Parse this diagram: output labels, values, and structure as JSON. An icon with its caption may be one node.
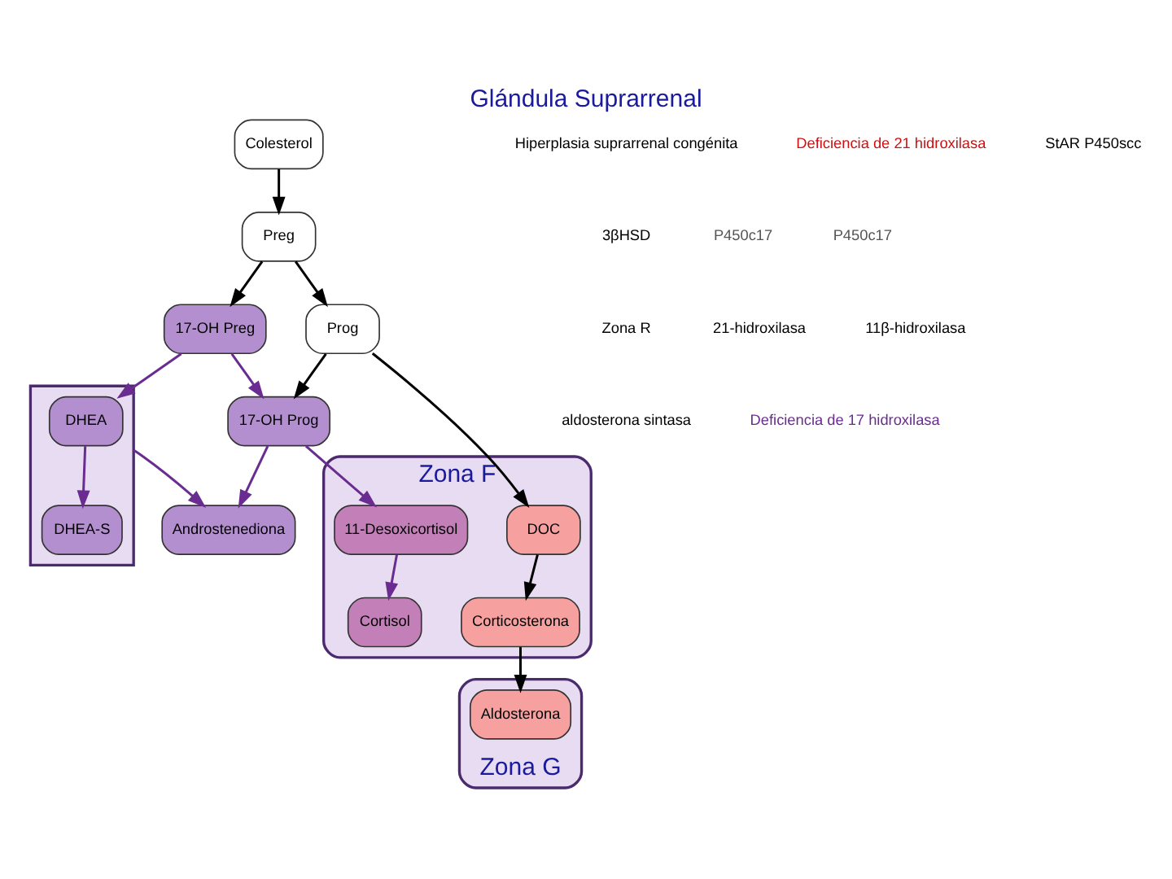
{
  "diagram": {
    "title": "Glándula Suprarrenal",
    "nodes": [
      {
        "text": [
          "Colesterol"
        ]
      },
      {
        "text": [
          "Preg"
        ]
      },
      {
        "text": [
          "Prog"
        ]
      },
      {
        "text": [
          "17-OH Preg"
        ]
      },
      {
        "text": [
          "17-OH Prog"
        ]
      },
      {
        "text": [],
        "shape": "box"
      },
      {
        "text": [
          "DHEA"
        ],
        "in": 5
      },
      {
        "text": [
          "DHEA-S"
        ],
        "in": 5
      },
      {
        "text": [
          "Androstenediona"
        ]
      },
      {
        "text": [
          "Zona F"
        ]
      },
      {
        "text": [
          "DOC"
        ],
        "in": 9
      },
      {
        "text": [
          "11-Desoxicortisol"
        ],
        "in": 9
      },
      {
        "text": [
          "Corticosterona"
        ],
        "in": 9
      },
      {
        "text": [
          "Cortisol"
        ],
        "in": 9
      },
      {
        "text": [
          "Zona G"
        ]
      },
      {
        "text": [
          "Aldosterona"
        ],
        "in": 14
      }
    ],
    "edges": [
      {
        "from": 0,
        "to": 1,
        "arrow": "to"
      },
      {
        "from": 1,
        "to": 2,
        "arrow": "to"
      },
      {
        "from": 1,
        "to": 3,
        "arrow": "to"
      },
      {
        "from": 2,
        "to": 4,
        "arrow": "to"
      },
      {
        "from": 3,
        "to": 4,
        "arrow": "to",
        "color": "#6a2c91"
      },
      {
        "from": 3,
        "to": 6,
        "arrow": "to",
        "color": "#6a2c91"
      },
      {
        "from": 6,
        "to": 7,
        "arrow": "to",
        "color": "#6a2c91"
      },
      {
        "from": 5,
        "to": 8,
        "arrow": "to",
        "color": "#6a2c91"
      },
      {
        "from": 4,
        "to": 8,
        "arrow": "to",
        "color": "#6a2c91"
      },
      {
        "from": 2,
        "to": 10,
        "arrow": "to"
      },
      {
        "from": 4,
        "to": 11,
        "arrow": "to",
        "color": "#6a2c91"
      },
      {
        "from": 10,
        "to": 12,
        "arrow": "to"
      },
      {
        "from": 11,
        "to": 13,
        "arrow": "to",
        "color": "#6a2c91"
      },
      {
        "from": 12,
        "to": 15,
        "arrow": "to"
      }
    ],
    "labels": [
      "Hiperplasia suprarrenal congénita",
      "Deficiencia de 21 hidroxilasa",
      "StAR P450scc",
      "3βHSD",
      "P450c17",
      "P450c17",
      "Zona R",
      "21-hidroxilasa",
      "11β-hidroxilasa",
      "aldosterona sintasa",
      "Deficiencia de 17 hidroxilasa"
    ]
  }
}
